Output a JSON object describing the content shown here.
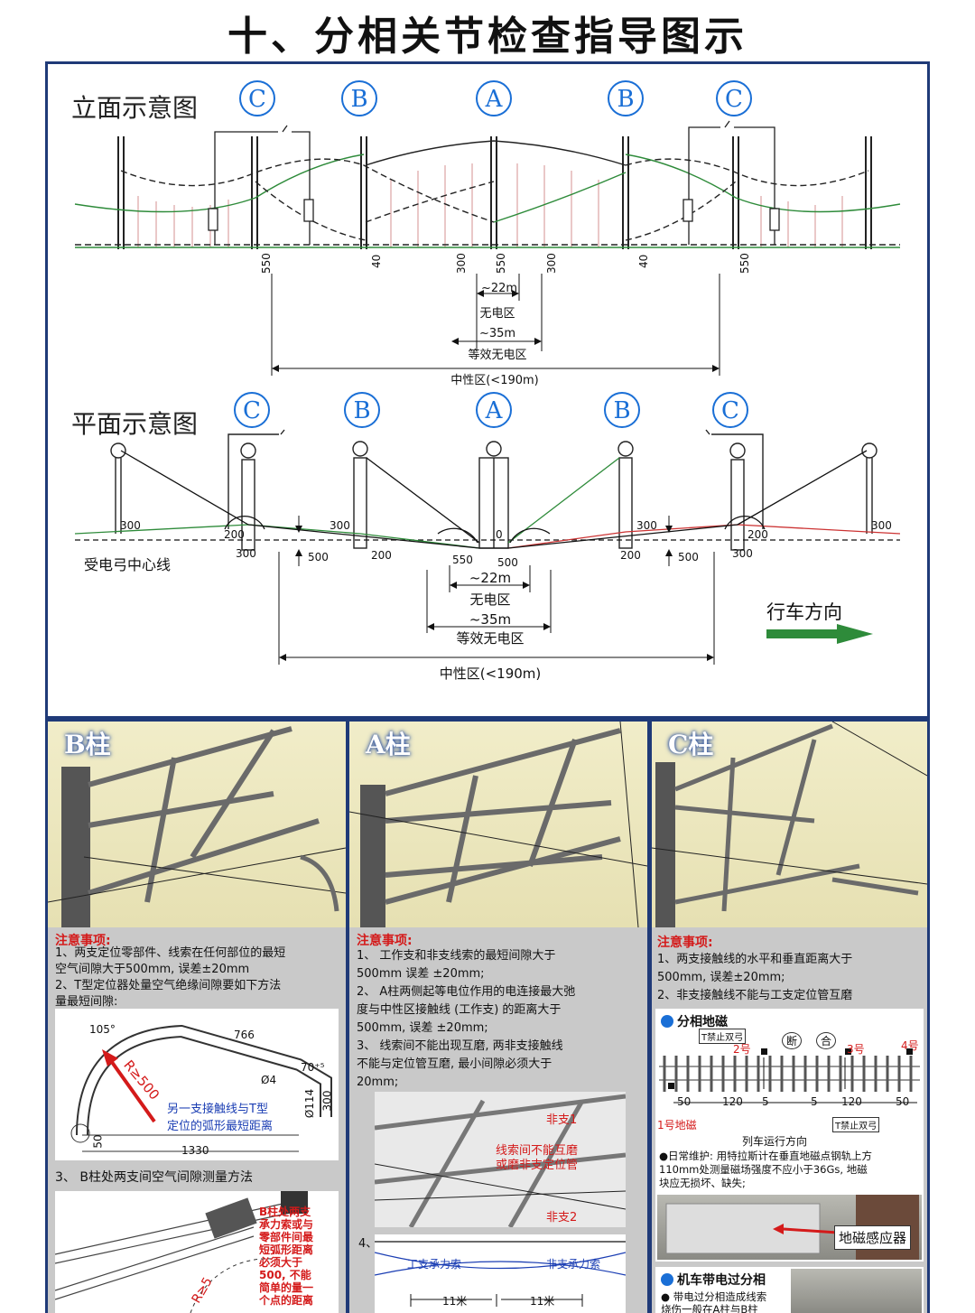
{
  "page": {
    "title": "十、分相关节检查指导图示"
  },
  "elevation": {
    "title": "立面示意图",
    "markers": [
      "C",
      "B",
      "A",
      "B",
      "C"
    ],
    "dims": [
      "550",
      "40",
      "300",
      "550",
      "300",
      "40",
      "550"
    ],
    "spans": {
      "s22": "~22m",
      "nozone": "无电区",
      "s35": "~35m",
      "eqzone": "等效无电区",
      "neutral": "中性区(<190m)"
    }
  },
  "plan": {
    "title": "平面示意图",
    "markers": [
      "C",
      "B",
      "A",
      "B",
      "C"
    ],
    "centerline": "受电弓中心线",
    "dims": {
      "d300a": "300",
      "d200a": "200",
      "d300b": "300",
      "d500a": "500",
      "d300c": "300",
      "d200b": "200",
      "d550": "550",
      "d0": "0",
      "d500b": "500",
      "d200c": "200",
      "d300d": "300",
      "d500c": "500",
      "d300e": "300",
      "d200d": "200",
      "d300f": "300"
    },
    "spans": {
      "s22": "~22m",
      "nozone": "无电区",
      "s35": "~35m",
      "eqzone": "等效无电区",
      "neutral": "中性区(<190m)"
    },
    "direction": "行车方向"
  },
  "panel_b": {
    "label": "B柱",
    "note_title": "注意事项:",
    "note_text": "1、两支定位零部件、线索在任何部位的最短\n空气间隙大于500mm, 误差±20mm\n2、T型定位器处量空气绝缘间隙要如下方法\n量最短间隙:",
    "diagram": {
      "d105": "105°",
      "d766": "766",
      "r500": "R≥500",
      "d70": "70⁺⁵",
      "d4": "Ø4",
      "d114": "Ø114",
      "d300": "300",
      "d50": "50",
      "d1330": "1330",
      "caption": "另一支接触线与T型\n定位的弧形最短距离"
    },
    "item3": "3、 B柱处两支间空气间隙测量方法",
    "red_note": "B柱处两支\n承力索或与\n零部件间最\n短弧形距离\n必须大于\n500, 不能\n简单的量一\n个点的距离",
    "r50": "R≥5"
  },
  "panel_a": {
    "label": "A柱",
    "note_title": "注意事项:",
    "note_text": "1、 工作支和非支线索的最短间隙大于\n500mm 误差 ±20mm;\n2、 A柱两侧起等电位作用的电连接最大弛\n度与中性区接触线 (工作支) 的距离大于\n500mm, 误差 ±20mm;\n3、 线索间不能出现互磨, 两非支接触线\n不能与定位管互磨, 最小间隙必须大于\n20mm;",
    "photo_labels": {
      "nb1": "非支1",
      "nb2": "非支2",
      "wear": "线索间不能互磨\n或磨非支定位管"
    },
    "item4": "4、",
    "wire_labels": {
      "gz": "工支承力索",
      "fz": "非支承力索",
      "m11a": "11米",
      "m11b": "11米"
    }
  },
  "panel_c": {
    "label": "C柱",
    "note_title": "注意事项:",
    "note_text": "1、两支接触线的水平和垂直距离大于\n500mm, 误差±20mm;\n2、非支接触线不能与工支定位管互磨",
    "magnet": {
      "title": "分相地磁",
      "sign_t1": "T禁止双弓",
      "n2": "2号",
      "duan": "断",
      "he": "合",
      "n3": "3号",
      "n4": "4号",
      "d50a": "50",
      "d120a": "120",
      "d5a": "5",
      "d5b": "5",
      "d120b": "120",
      "d50b": "50",
      "n1": "1号地磁",
      "sign_t2": "T禁止双弓",
      "direction": "列车运行方向",
      "maint": "●日常维护: 用特拉斯计在垂直地磁点钢轨上方\n110mm处测量磁场强度不应小于36Gs, 地磁\n块应无损坏、缺失;",
      "sensor": "地磁感应器"
    },
    "loco": {
      "title": "机车带电过分相",
      "text": "● 带电过分相造成线索\n烧伤一般在A柱与B柱"
    }
  },
  "colors": {
    "frame": "#1f3a78",
    "accent": "#1a6fd6",
    "warn": "#d41a1a",
    "green": "#2e8b3a"
  }
}
